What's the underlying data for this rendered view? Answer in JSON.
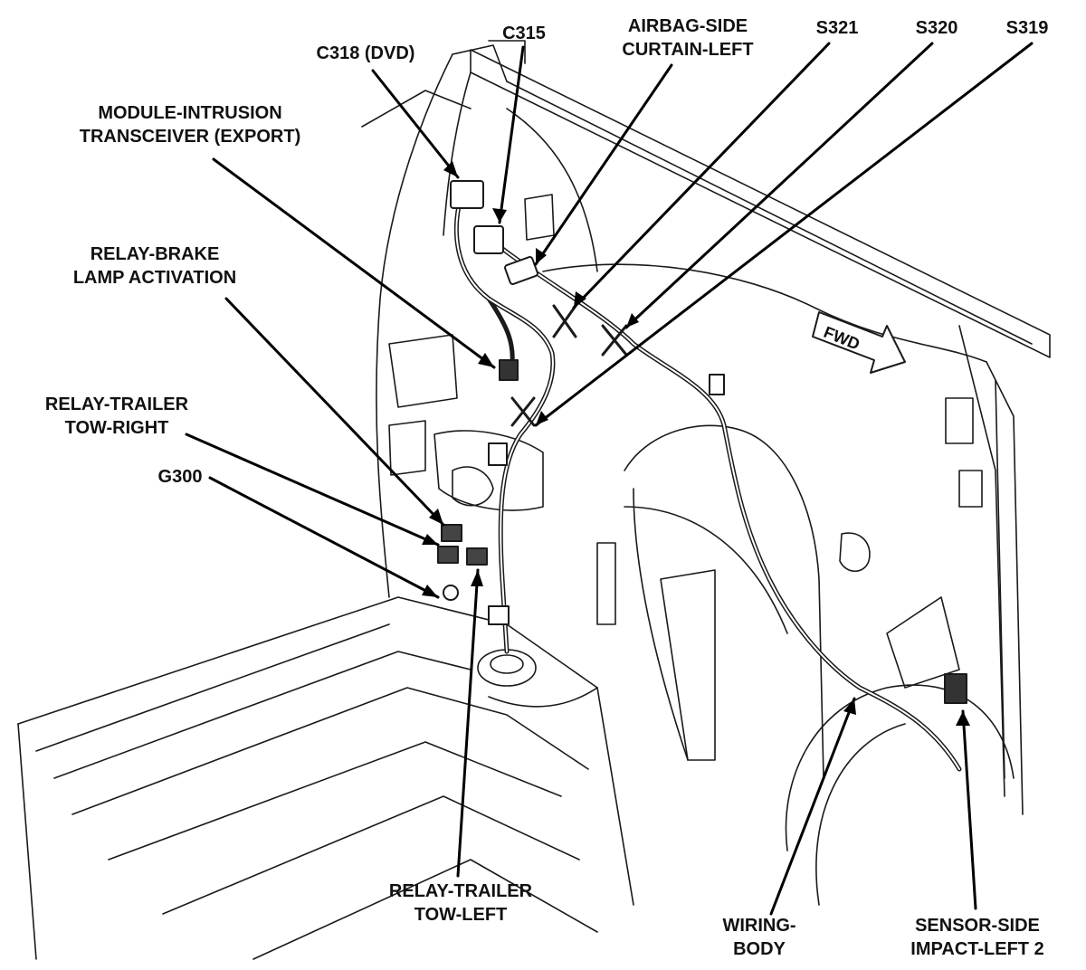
{
  "labels": {
    "c318": [
      "C318 (DVD)"
    ],
    "c315": [
      "C315"
    ],
    "airbag": [
      "AIRBAG-SIDE",
      "CURTAIN-LEFT"
    ],
    "s321": [
      "S321"
    ],
    "s320": [
      "S320"
    ],
    "s319": [
      "S319"
    ],
    "module": [
      "MODULE-INTRUSION",
      "TRANSCEIVER (EXPORT)"
    ],
    "brake": [
      "RELAY-BRAKE",
      "LAMP ACTIVATION"
    ],
    "towright": [
      "RELAY-TRAILER",
      "TOW-RIGHT"
    ],
    "g300": [
      "G300"
    ],
    "towleft": [
      "RELAY-TRAILER",
      "TOW-LEFT"
    ],
    "wiring": [
      "WIRING-",
      "BODY"
    ],
    "sensor": [
      "SENSOR-SIDE",
      "IMPACT-LEFT 2"
    ]
  },
  "fwd_marker": "FWD",
  "colors": {
    "ink": "#111111",
    "line": "#1a1a1a",
    "paper": "#ffffff"
  }
}
